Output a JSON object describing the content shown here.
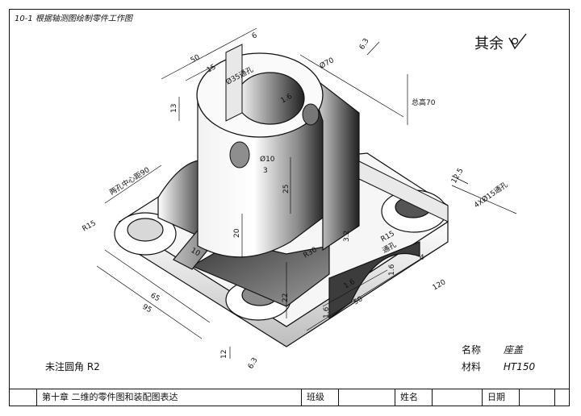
{
  "sheet": {
    "title": "10-1  根据轴测图绘制零件工作图"
  },
  "roughness_note": "其余",
  "fillet_note": "未注圆角 R2",
  "part": {
    "name_label": "名称",
    "name_value": "座盖",
    "material_label": "材料",
    "material_value": "HT150"
  },
  "title_block": {
    "chapter": "第十章  二维的零件图和装配图表达",
    "class_label": "班级",
    "name_label": "姓名",
    "date_label": "日期"
  },
  "dimensions": {
    "d50_top": "50",
    "d15": "15",
    "d35_hole": "Ø35通孔",
    "d6": "6",
    "d70": "Ø70",
    "ra63_top": "6.3",
    "total_height": "总高70",
    "d13": "13",
    "ra16_a": "1.6",
    "d10_dia": "Ø10",
    "d3": "3",
    "d25": "25",
    "hole_center": "两孔中心距90",
    "r15_left": "R15",
    "d20": "20",
    "d10_rib": "10",
    "r30": "R30",
    "d32": "3.2",
    "r15_mid": "R15",
    "through_mid": "通孔",
    "d4": "4",
    "ra16_b": "1.6",
    "ra16_c": "1.6",
    "d125": "12.5",
    "holes4": "4XØ15通孔",
    "d120": "120",
    "d50_bottom": "50",
    "ra16_d": "1.6",
    "d65": "65",
    "d95": "95",
    "d22": "22",
    "d12": "12",
    "ra63_bottom": "6.3"
  }
}
